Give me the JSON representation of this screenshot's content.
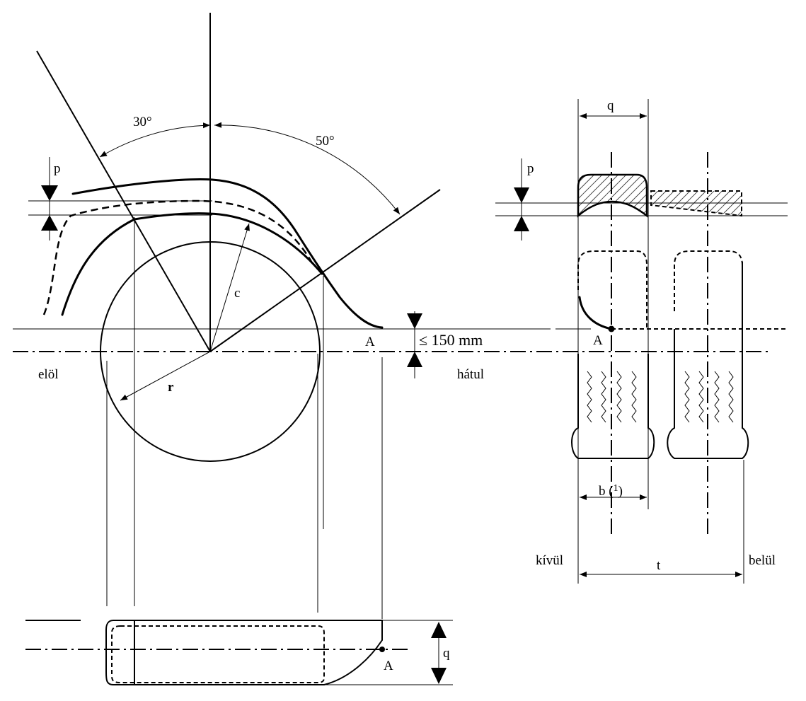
{
  "labels": {
    "angle_front": "30°",
    "angle_rear": "50°",
    "p_side": "p",
    "p_front": "p",
    "q_top": "q",
    "q_bottom": "q",
    "c": "c",
    "r": "r",
    "A_side": "A",
    "A_front": "A",
    "A_bottom": "A",
    "height_limit": "≤ 150 mm",
    "front": "elöl",
    "rear": "hátul",
    "b": "b",
    "b_sup": "1",
    "t": "t",
    "outside": "kívül",
    "inside": "belül"
  },
  "colors": {
    "ink": "#000000",
    "paper": "#ffffff"
  }
}
